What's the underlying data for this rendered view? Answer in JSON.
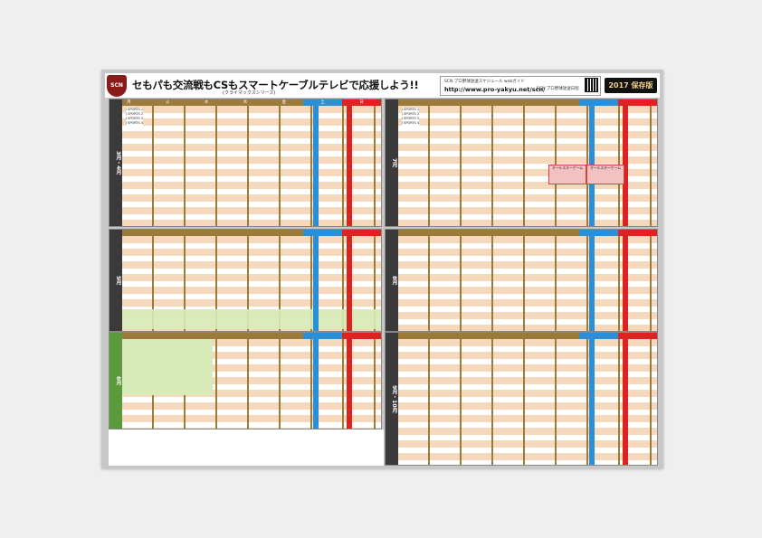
{
  "header": {
    "title": "セもパも交流戦もCSもスマートケーブルテレビで応援しよう!!",
    "subtitle": "(クライマックスシリーズ)",
    "url_caption": "SCN プロ野球放送スケジュール webガイド",
    "url": "http://www.pro-yakyu.net/scn/",
    "app_label": "SCN プロ野球放送日程",
    "badge": "2017 保存版"
  },
  "days": [
    "月",
    "火",
    "水",
    "木",
    "金",
    "土",
    "日"
  ],
  "months": {
    "left": [
      "3月・4月",
      "5月",
      "6月"
    ],
    "right": [
      "7月",
      "8月",
      "9月・10月"
    ]
  },
  "legend": {
    "left": [
      "J SPORTS 1",
      "J SPORTS 2",
      "J SPORTS 3",
      "J SPORTS 4"
    ],
    "right": [
      "J SPORTS 1",
      "J SPORTS 2",
      "J SPORTS 3",
      "J SPORTS 4"
    ]
  },
  "overlay": {
    "allstar1": "オールスターゲーム",
    "allstar2": "オールスターゲーム"
  },
  "colors": {
    "saturday": "#2a8fd6",
    "sunday": "#d22",
    "row_peach": "#f6d9bd",
    "divider": "#9c7a3a",
    "may_green": "#d7ebb8"
  }
}
